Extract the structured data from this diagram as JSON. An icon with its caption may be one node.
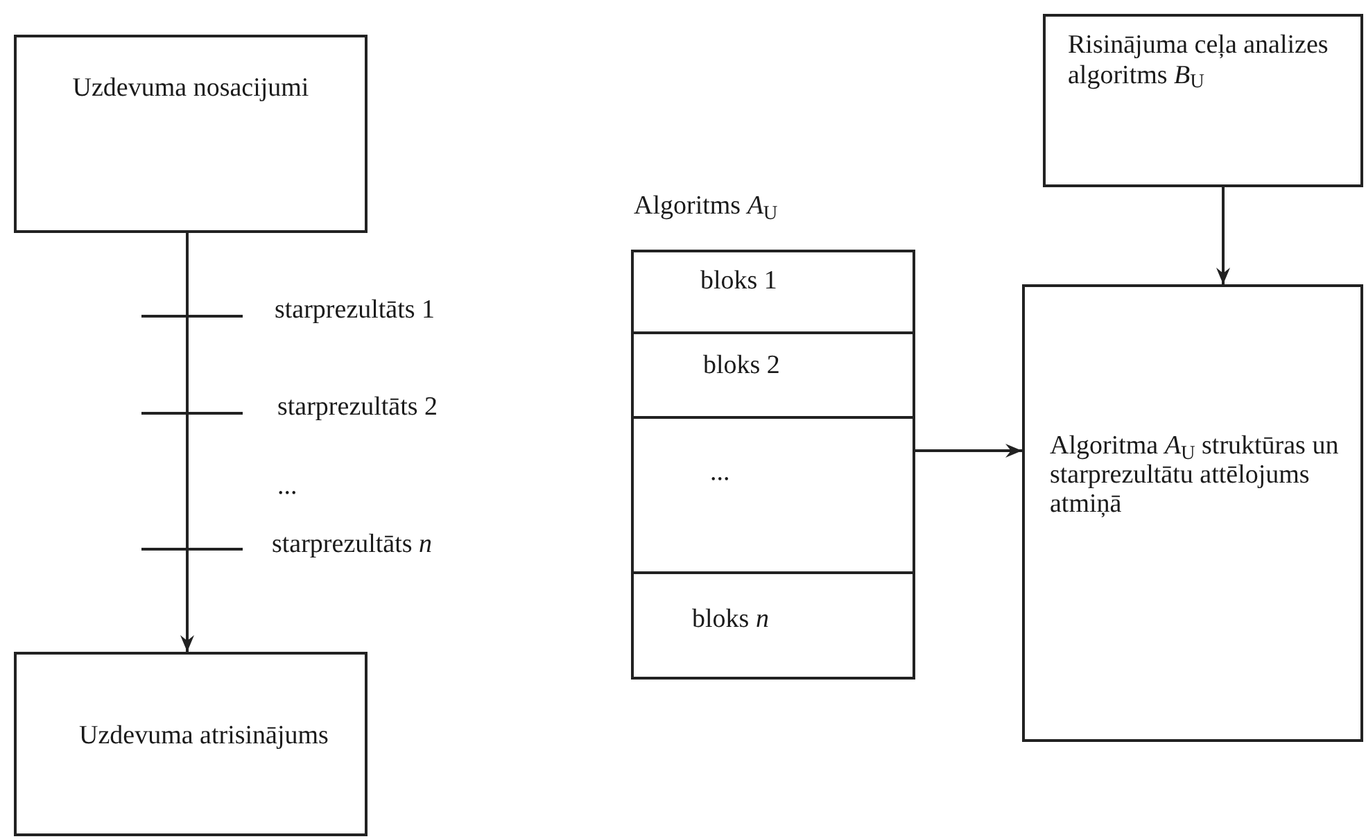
{
  "diagram": {
    "nodes": [
      {
        "text": [
          "Uzdevuma nosacijumi"
        ]
      },
      {
        "text": [
          "Uzdevuma atrisinājums"
        ]
      },
      {
        "text": [
          "Algoritms *A*$_{U}$"
        ]
      },
      {
        "text": [
          "bloks 1"
        ],
        "in": 2
      },
      {
        "text": [
          "bloks 2"
        ],
        "in": 2
      },
      {
        "text": [
          "..."
        ],
        "in": 2
      },
      {
        "text": [
          "bloks *n*"
        ],
        "in": 2
      },
      {
        "text": [
          "Risinājuma ceļa analizes algoritms *B*$_{U}$"
        ]
      },
      {
        "text": [
          "Algoritma *A*$_{U}$ struktūras un starprezultātu attēlojums atmiņā"
        ]
      }
    ],
    "edges": [
      {
        "from": 0,
        "to": 1,
        "arrow": "to"
      },
      {
        "from": 2,
        "to": 8,
        "arrow": "to"
      },
      {
        "from": 7,
        "to": 8,
        "arrow": "to"
      }
    ],
    "labels": [
      "starprezultāts 1",
      "starprezultāts 2",
      "...",
      "starprezultāts *n*"
    ]
  }
}
